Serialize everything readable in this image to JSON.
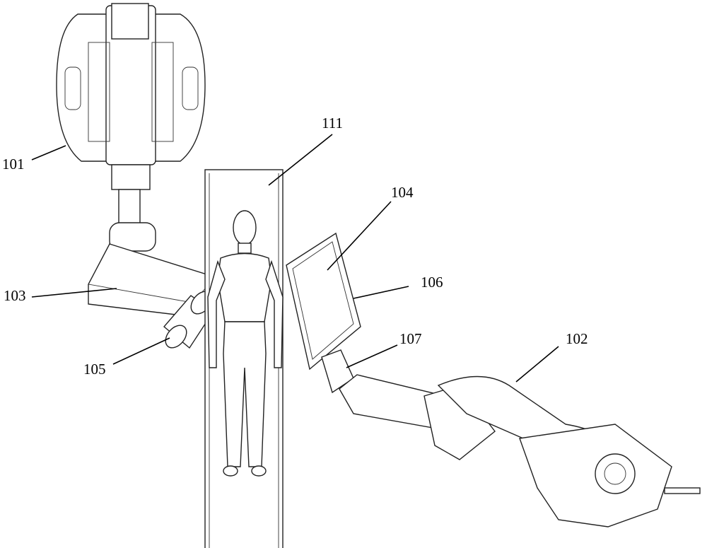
{
  "labels": {
    "robot_first": "101",
    "robot_second": "102",
    "source_box": "103",
    "detector_plate": "104",
    "collimator": "105",
    "plate_frame": "106",
    "plate_mount": "107",
    "patient_bed": "111"
  }
}
